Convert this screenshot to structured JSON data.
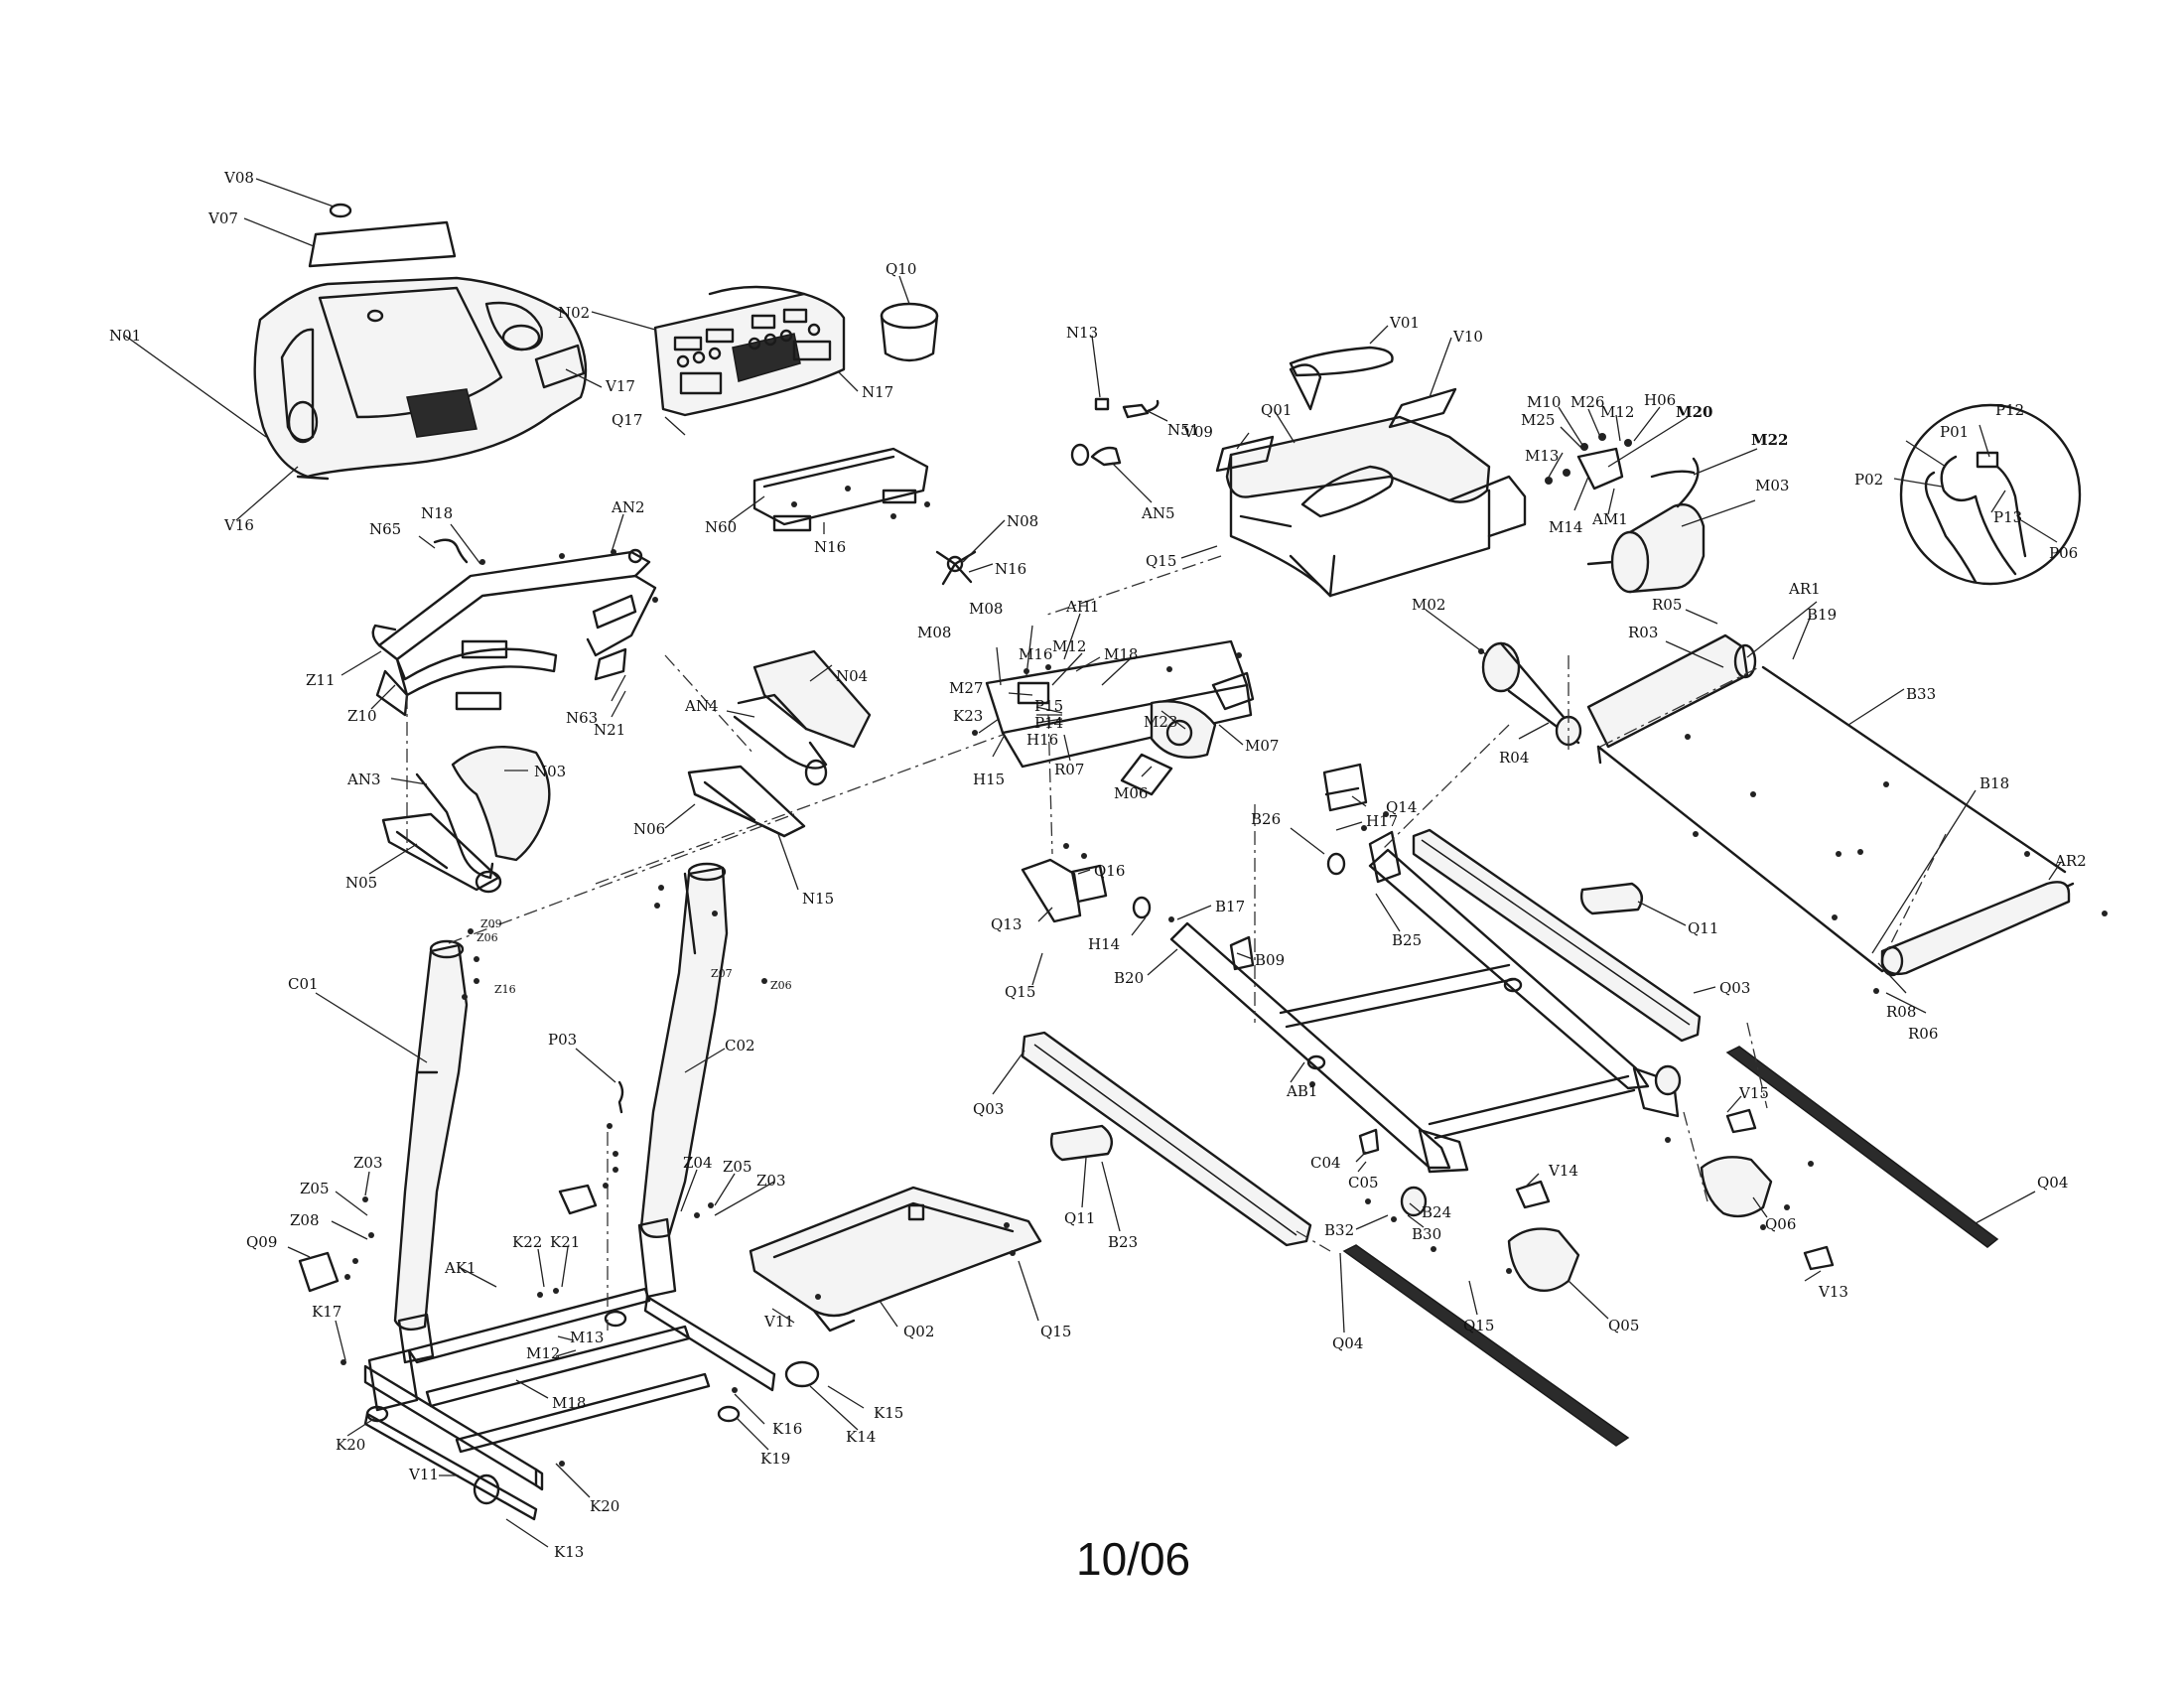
{
  "footer": {
    "date": "10/06"
  },
  "labels": {
    "V08": "V08",
    "V07": "V07",
    "N01": "N01",
    "V16": "V16",
    "V17": "V17",
    "N02": "N02",
    "Q10": "Q10",
    "N17": "N17",
    "Q17": "Q17",
    "N60": "N60",
    "N16a": "N16",
    "N13": "N13",
    "N51": "N51",
    "AN5": "AN5",
    "N08": "N08",
    "N16b": "N16",
    "V01": "V01",
    "V10": "V10",
    "V09": "V09",
    "Q01": "Q01",
    "Q15a": "Q15",
    "M10": "M10",
    "M26": "M26",
    "M25": "M25",
    "M12a": "M12",
    "H06": "H06",
    "M20": "M20",
    "M13a": "M13",
    "M22": "M22",
    "M14": "M14",
    "AM1": "AM1",
    "M03": "M03",
    "P12": "P12",
    "P01": "P01",
    "P02": "P02",
    "P13": "P13",
    "P06": "P06",
    "N18": "N18",
    "N65": "N65",
    "AN2": "AN2",
    "Z11": "Z11",
    "Z10": "Z10",
    "N63": "N63",
    "N21": "N21",
    "M08a": "M08",
    "M08b": "M08",
    "AH1": "AH1",
    "M16": "M16",
    "M12b": "M12",
    "M18a": "M18",
    "M27": "M27",
    "P15": "P15",
    "P14": "P14",
    "H16": "H16",
    "K23": "K23",
    "H15": "H15",
    "R07": "R07",
    "M23": "M23",
    "M07": "M07",
    "M06": "M06",
    "M02": "M02",
    "R04": "R04",
    "R05": "R05",
    "AR1": "AR1",
    "B19": "B19",
    "R03": "R03",
    "B33": "B33",
    "B18": "B18",
    "AR2": "AR2",
    "N04": "N04",
    "AN4": "AN4",
    "AN3": "AN3",
    "N03": "N03",
    "N06": "N06",
    "N05": "N05",
    "N15": "N15",
    "Q14": "Q14",
    "H17": "H17",
    "B26": "B26",
    "Q16": "Q16",
    "Q13": "Q13",
    "B17": "B17",
    "H14": "H14",
    "Q15b": "Q15",
    "B09": "B09",
    "B25": "B25",
    "B20": "B20",
    "Q11a": "Q11",
    "Q03a": "Q03",
    "R08": "R08",
    "R06": "R06",
    "Z09": "Z09",
    "Z06a": "Z06",
    "Z16": "Z16",
    "Z07": "Z07",
    "Z06b": "Z06",
    "C01": "C01",
    "P03": "P03",
    "C02": "C02",
    "Q03b": "Q03",
    "AB1": "AB1",
    "V15": "V15",
    "V14": "V14",
    "C04": "C04",
    "C05": "C05",
    "Z03a": "Z03",
    "Z05a": "Z05",
    "Z08": "Z08",
    "Z04": "Z04",
    "Z05b": "Z05",
    "Z03b": "Z03",
    "Q09": "Q09",
    "K22": "K22",
    "K21": "K21",
    "AK1": "AK1",
    "Q11b": "Q11",
    "B23": "B23",
    "B32": "B32",
    "B24": "B24",
    "B30": "B30",
    "Q06": "Q06",
    "Q04a": "Q04",
    "V13": "V13",
    "K17": "K17",
    "M13b": "M13",
    "M12c": "M12",
    "V11a": "V11",
    "Q02": "Q02",
    "Q15c": "Q15",
    "Q15d": "Q15",
    "Q05": "Q05",
    "Q04b": "Q04",
    "M18b": "M18",
    "K15": "K15",
    "K20a": "K20",
    "K16": "K16",
    "K14": "K14",
    "K19": "K19",
    "V11b": "V11",
    "K20b": "K20",
    "K13": "K13"
  }
}
